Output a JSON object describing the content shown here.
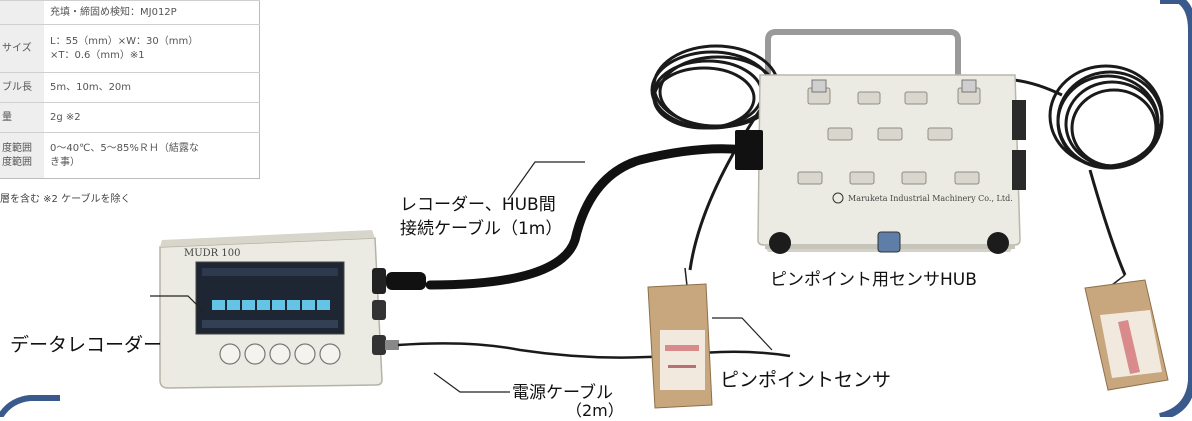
{
  "spec_table": {
    "rows": [
      {
        "key": "",
        "value": "充填・締固め検知：MJ012P"
      },
      {
        "key": "サイズ",
        "value": "L：55（mm）×W：30（mm）\n×T：0.6（mm）※1"
      },
      {
        "key": "ブル長",
        "value": "5m、10m、20m"
      },
      {
        "key": "量",
        "value": "2g ※2"
      },
      {
        "key": "度範囲\n度範囲",
        "value": "0～40℃、5～85%ＲＨ（結露な\nき事）"
      }
    ],
    "footnote": "層を含む ※2 ケーブルを除く"
  },
  "labels": {
    "hub_cable": "レコーダー、HUB間\n接続ケーブル（1m）",
    "data_recorder": "データレコーダー",
    "power_cable_line1": "電源ケーブル",
    "power_cable_line2": "（2m）",
    "sensor_hub": "ピンポイント用センサHUB",
    "pinpoint_sensor": "ピンポイントセンサ"
  },
  "device": {
    "recorder_model": "MUDR 100",
    "hub_brand": "Maruketa Industrial Machinery Co., Ltd."
  },
  "colors": {
    "frame_blue": "#3a5a8c",
    "device_body": "#ecebe3",
    "cable": "#111111",
    "screen_bar": "#63c4e6"
  }
}
